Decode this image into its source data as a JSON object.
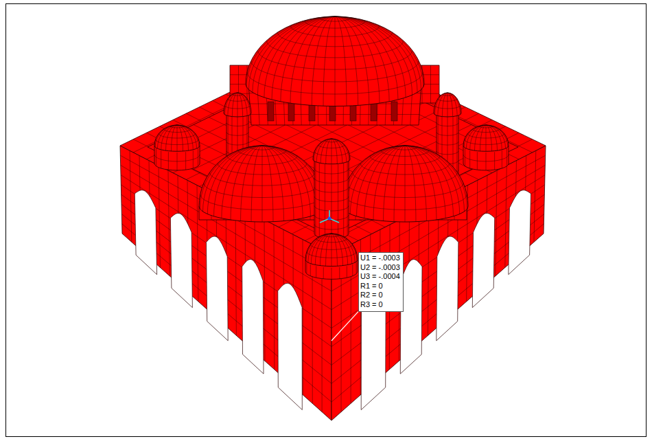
{
  "diagram": {
    "nodes": [
      {
        "text": [
          "U1 = -.0003",
          "U2 = -.0003",
          "U3 = -.0004",
          "R1 = 0",
          "R2 = 0",
          "R3 = 0"
        ]
      }
    ]
  }
}
